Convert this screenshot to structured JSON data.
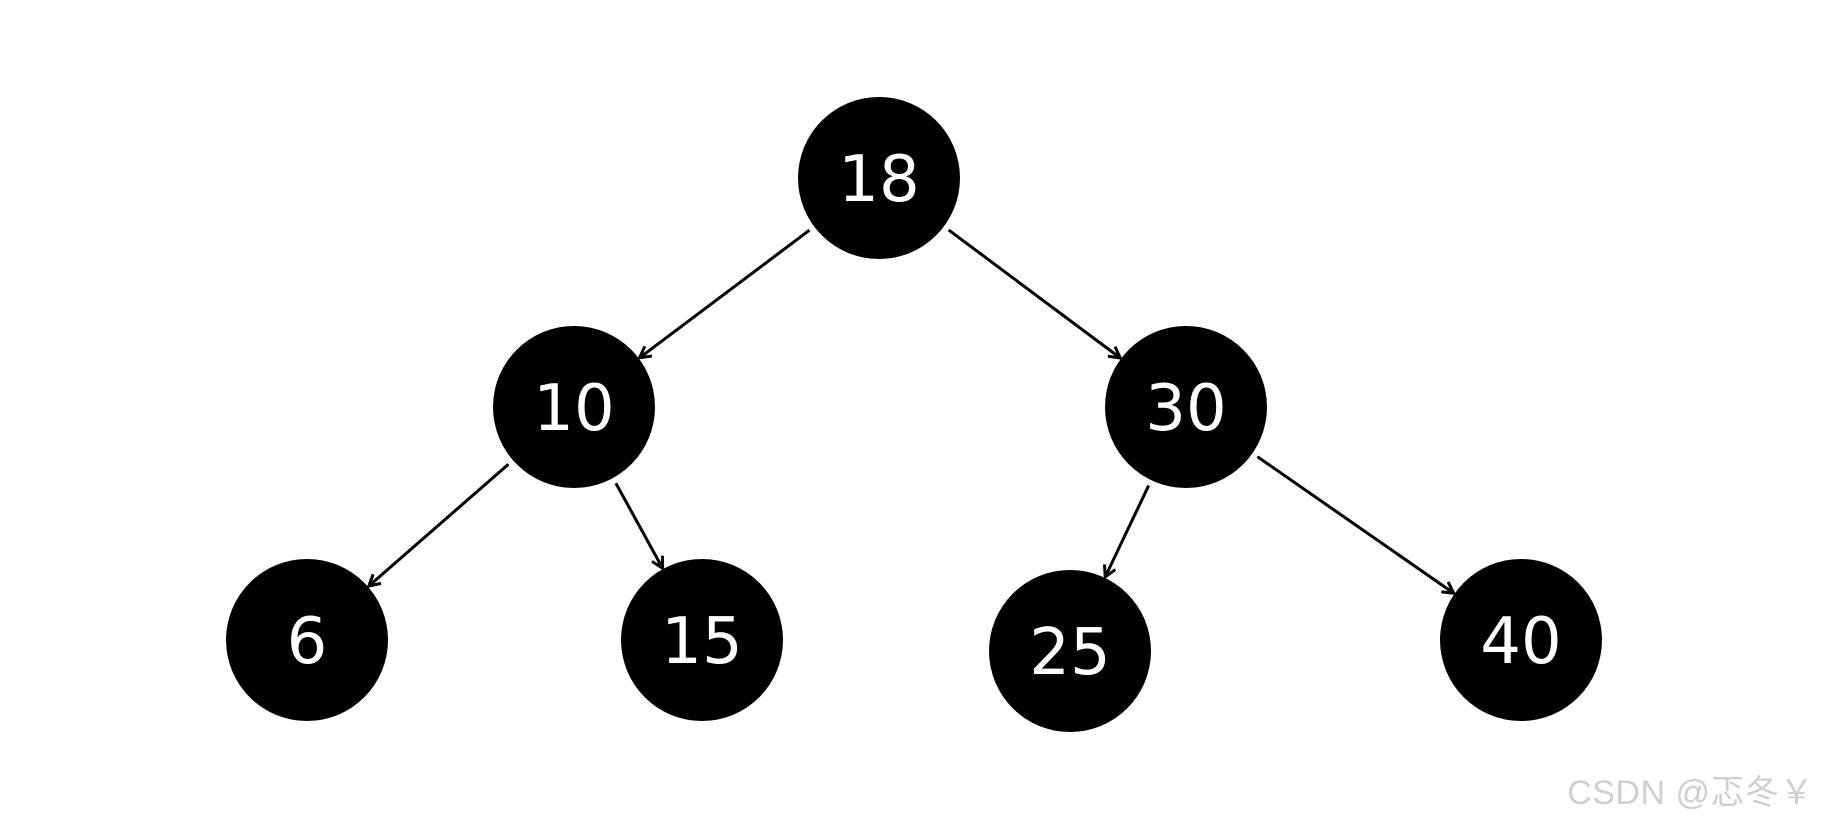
{
  "diagram": {
    "type": "binary-tree",
    "node_color": "#000000",
    "label_color": "#ffffff",
    "edge_color": "#000000",
    "nodes": [
      {
        "id": "n18",
        "label": "18"
      },
      {
        "id": "n10",
        "label": "10"
      },
      {
        "id": "n30",
        "label": "30"
      },
      {
        "id": "n6",
        "label": "6"
      },
      {
        "id": "n15",
        "label": "15"
      },
      {
        "id": "n25",
        "label": "25"
      },
      {
        "id": "n40",
        "label": "40"
      }
    ],
    "edges": [
      {
        "from": "n18",
        "to": "n10"
      },
      {
        "from": "n18",
        "to": "n30"
      },
      {
        "from": "n10",
        "to": "n6"
      },
      {
        "from": "n10",
        "to": "n15"
      },
      {
        "from": "n30",
        "to": "n25"
      },
      {
        "from": "n30",
        "to": "n40"
      }
    ]
  },
  "watermark": {
    "text": "CSDN @忑冬￥",
    "color": "#d0d0d0"
  }
}
